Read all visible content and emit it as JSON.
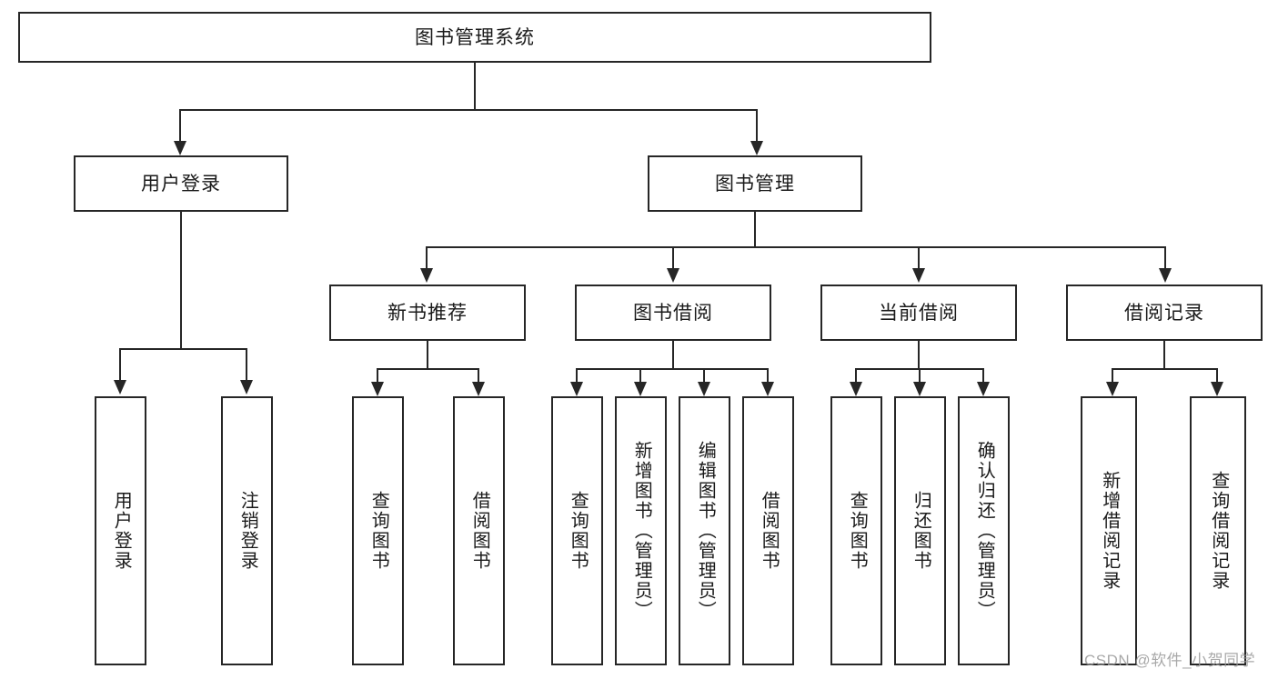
{
  "diagram": {
    "title": "图书管理系统",
    "type": "tree-hierarchy-diagram",
    "colors": {
      "stroke": "#262626",
      "fill": "#ffffff",
      "text": "#1a1a1a",
      "watermark": "#9a9a9a"
    },
    "root": {
      "label": "图书管理系统"
    },
    "level2": [
      {
        "label": "用户登录"
      },
      {
        "label": "图书管理"
      }
    ],
    "level3": [
      {
        "label": "新书推荐"
      },
      {
        "label": "图书借阅"
      },
      {
        "label": "当前借阅"
      },
      {
        "label": "借阅记录"
      }
    ],
    "leaves": {
      "user_login": [
        {
          "label": "用户登录"
        },
        {
          "label": "注销登录"
        }
      ],
      "new_book_recommend": [
        {
          "label": "查询图书"
        },
        {
          "label": "借阅图书"
        }
      ],
      "book_borrow": [
        {
          "label": "查询图书"
        },
        {
          "label": "新增图书（管理员）"
        },
        {
          "label": "编辑图书（管理员）"
        },
        {
          "label": "借阅图书"
        }
      ],
      "current_borrow": [
        {
          "label": "查询图书"
        },
        {
          "label": "归还图书"
        },
        {
          "label": "确认归还（管理员）"
        }
      ],
      "borrow_record": [
        {
          "label": "新增借阅记录"
        },
        {
          "label": "查询借阅记录"
        }
      ]
    },
    "watermark": "CSDN @软件_小贺同学"
  }
}
